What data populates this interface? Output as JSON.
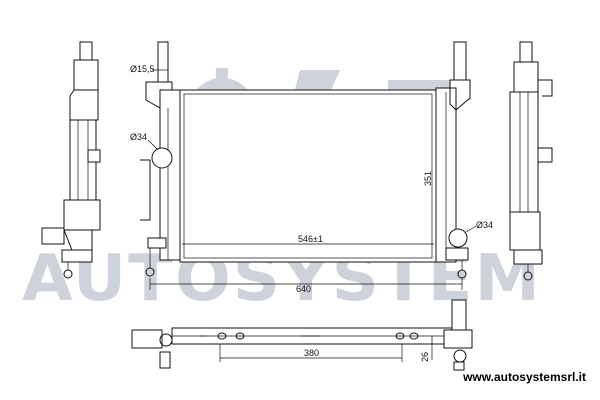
{
  "watermark": {
    "logo_text": "AUTOSYSTEM",
    "color": "#c9ced6"
  },
  "dimensions": {
    "pipe_top_left": "Ø15,5",
    "pipe_mid_left": "Ø34",
    "pipe_right": "Ø34",
    "core_width": "546±1",
    "core_height": "351",
    "overall_width": "640",
    "mount_spacing": "380",
    "bottom_depth": "26"
  },
  "footer": {
    "website": "www.autosystemsrl.it"
  },
  "colors": {
    "line": "#111111",
    "background": "#ffffff"
  }
}
